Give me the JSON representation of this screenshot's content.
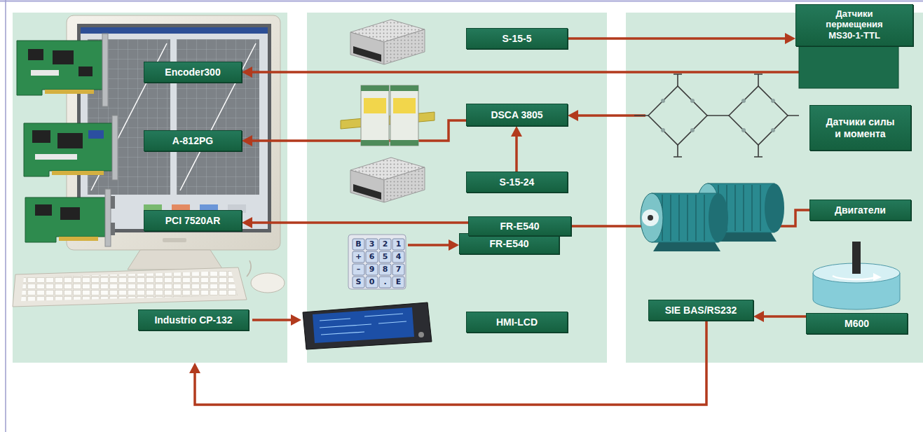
{
  "diagram": {
    "nodes": [
      {
        "text": []
      },
      {
        "text": [
          "Encoder300"
        ],
        "in": 0
      },
      {
        "text": [
          "A-812PG"
        ],
        "in": 0
      },
      {
        "text": [
          "PCI 7520AR"
        ],
        "in": 0
      },
      {
        "text": [
          "Industrio CP-132"
        ],
        "in": 0
      },
      {
        "text": []
      },
      {
        "text": [
          "S-15-5"
        ],
        "in": 5
      },
      {
        "text": [
          "DSCA 3805"
        ],
        "in": 5
      },
      {
        "text": [
          "S-15-24"
        ],
        "in": 5
      },
      {
        "text": [
          "FR-E540"
        ],
        "in": 5
      },
      {
        "text": [
          "FR-E540"
        ],
        "in": 5
      },
      {
        "text": [
          "HMI-LCD"
        ],
        "in": 5
      },
      {
        "text": []
      },
      {
        "text": [
          "Датчики пермещения",
          "MS30-1-TTL"
        ],
        "in": 12
      },
      {
        "text": [
          "Датчики силы и момента"
        ],
        "in": 12
      },
      {
        "text": [
          "Двигатели"
        ],
        "in": 12
      },
      {
        "text": [
          "SIE BAS/RS232"
        ],
        "in": 12
      },
      {
        "text": [
          "M600"
        ],
        "in": 12
      }
    ],
    "edges": [
      {
        "from": 6,
        "to": 13,
        "arrow": "to"
      },
      {
        "from": 13,
        "to": 1,
        "arrow": "to"
      },
      {
        "from": 14,
        "to": 7,
        "arrow": "to"
      },
      {
        "from": 8,
        "to": 7,
        "arrow": "to"
      },
      {
        "from": 7,
        "to": 2,
        "arrow": "to"
      },
      {
        "from": 9,
        "to": 3,
        "arrow": "to"
      },
      {
        "from": 9,
        "to": 15,
        "arrow": "none"
      },
      {
        "from": 17,
        "to": 16,
        "arrow": "to"
      },
      {
        "from": 16,
        "to": 0,
        "arrow": "to"
      }
    ],
    "labels": [
      "B",
      "3",
      "2",
      "1",
      "+",
      "6",
      "5",
      "4",
      "–",
      "9",
      "8",
      "7",
      "S",
      "0",
      ".",
      "E"
    ]
  }
}
